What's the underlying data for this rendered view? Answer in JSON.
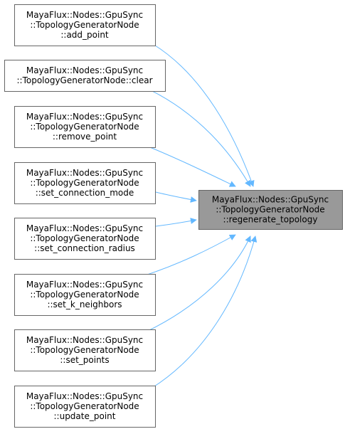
{
  "graph": {
    "target": {
      "lines": [
        "MayaFlux::Nodes::GpuSync",
        "::TopologyGeneratorNode",
        "::regenerate_topology"
      ],
      "fill": "#999999",
      "border": "#666666"
    },
    "callers": [
      {
        "lines": [
          "MayaFlux::Nodes::GpuSync",
          "::TopologyGeneratorNode",
          "::add_point"
        ]
      },
      {
        "lines": [
          "MayaFlux::Nodes::GpuSync",
          "::TopologyGeneratorNode::clear"
        ]
      },
      {
        "lines": [
          "MayaFlux::Nodes::GpuSync",
          "::TopologyGeneratorNode",
          "::remove_point"
        ]
      },
      {
        "lines": [
          "MayaFlux::Nodes::GpuSync",
          "::TopologyGeneratorNode",
          "::set_connection_mode"
        ]
      },
      {
        "lines": [
          "MayaFlux::Nodes::GpuSync",
          "::TopologyGeneratorNode",
          "::set_connection_radius"
        ]
      },
      {
        "lines": [
          "MayaFlux::Nodes::GpuSync",
          "::TopologyGeneratorNode",
          "::set_k_neighbors"
        ]
      },
      {
        "lines": [
          "MayaFlux::Nodes::GpuSync",
          "::TopologyGeneratorNode",
          "::set_points"
        ]
      },
      {
        "lines": [
          "MayaFlux::Nodes::GpuSync",
          "::TopologyGeneratorNode",
          "::update_point"
        ]
      }
    ],
    "colors": {
      "edge": "#63b8ff",
      "node_border": "#666666",
      "node_fill": "#ffffff"
    }
  }
}
